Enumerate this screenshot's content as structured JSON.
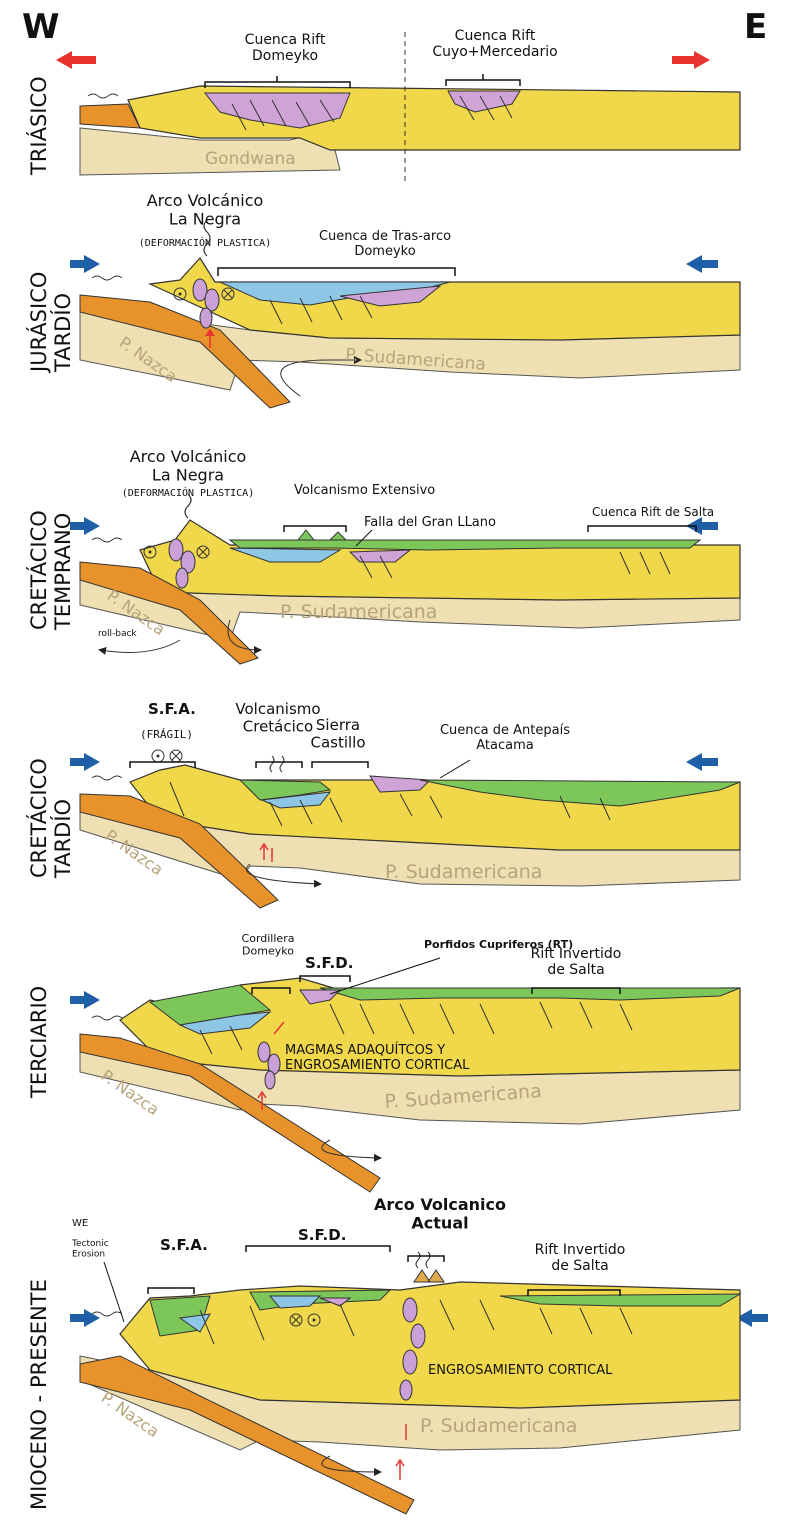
{
  "compass": {
    "west": "W",
    "east": "E"
  },
  "colors": {
    "crust": "#f0d84a",
    "mantle": "#eee0b2",
    "slab": "#e7922a",
    "rift_fill": "#cfa3d6",
    "back_arc": "#8ec6e6",
    "volcanic": "#7dc65a",
    "arrow_extension": "#e8332e",
    "arrow_compression": "#1f5fa8",
    "magma": "#c9a0d8"
  },
  "panels": [
    {
      "era": "TRIÁSICO",
      "labels": {
        "rift_1": "Cuenca Rift\nDomeyko",
        "rift_2": "Cuenca Rift\nCuyo+Mercedario",
        "plate": "Gondwana"
      }
    },
    {
      "era": "JURÁSICO\nTARDÍO",
      "labels": {
        "arc": "Arco Volcánico\nLa Negra",
        "arc_note": "(DEFORMACIÓN PLASTICA)",
        "basin": "Cuenca de Tras-arco\nDomeyko",
        "slab": "P. Nazca",
        "plate": "P. Sudamericana"
      }
    },
    {
      "era": "CRETÁCICO\nTEMPRANO",
      "labels": {
        "arc": "Arco Volcánico\nLa Negra",
        "arc_note": "(DEFORMACIÓN PLASTICA)",
        "volc": "Volcanismo Extensivo",
        "fault": "Falla del Gran LLano",
        "rift": "Cuenca Rift de Salta",
        "slab": "P. Nazca",
        "rollback": "roll-back",
        "plate": "P. Sudamericana"
      }
    },
    {
      "era": "CRETÁCICO\nTARDÍO",
      "labels": {
        "sfa": "S.F.A.",
        "fragil": "(FRÁGIL)",
        "volc": "Volcanismo\nCretácico",
        "sierra": "Sierra\nCastillo",
        "basin": "Cuenca de Antepaís\nAtacama",
        "slab": "P. Nazca",
        "plate": "P. Sudamericana"
      }
    },
    {
      "era": "TERCIARIO",
      "labels": {
        "cordillera": "Cordillera\nDomeyko",
        "sfd": "S.F.D.",
        "porfidos": "Porfidos Cupriferos (RT)",
        "rift": "Rift Invertido\nde Salta",
        "magmas": "MAGMAS ADAQUÍTCOS Y\nENGROSAMIENTO CORTICAL",
        "slab": "P. Nazca",
        "plate": "P. Sudamericana"
      }
    },
    {
      "era": "MIOCENO - PRESENTE",
      "labels": {
        "we": "WE",
        "tectonic": "Tectonic\nErosion",
        "sfa": "S.F.A.",
        "sfd": "S.F.D.",
        "arc": "Arco Volcanico\nActual",
        "rift": "Rift Invertido\nde Salta",
        "engros": "ENGROSAMIENTO CORTICAL",
        "slab": "P. Nazca",
        "plate": "P. Sudamericana"
      }
    }
  ]
}
